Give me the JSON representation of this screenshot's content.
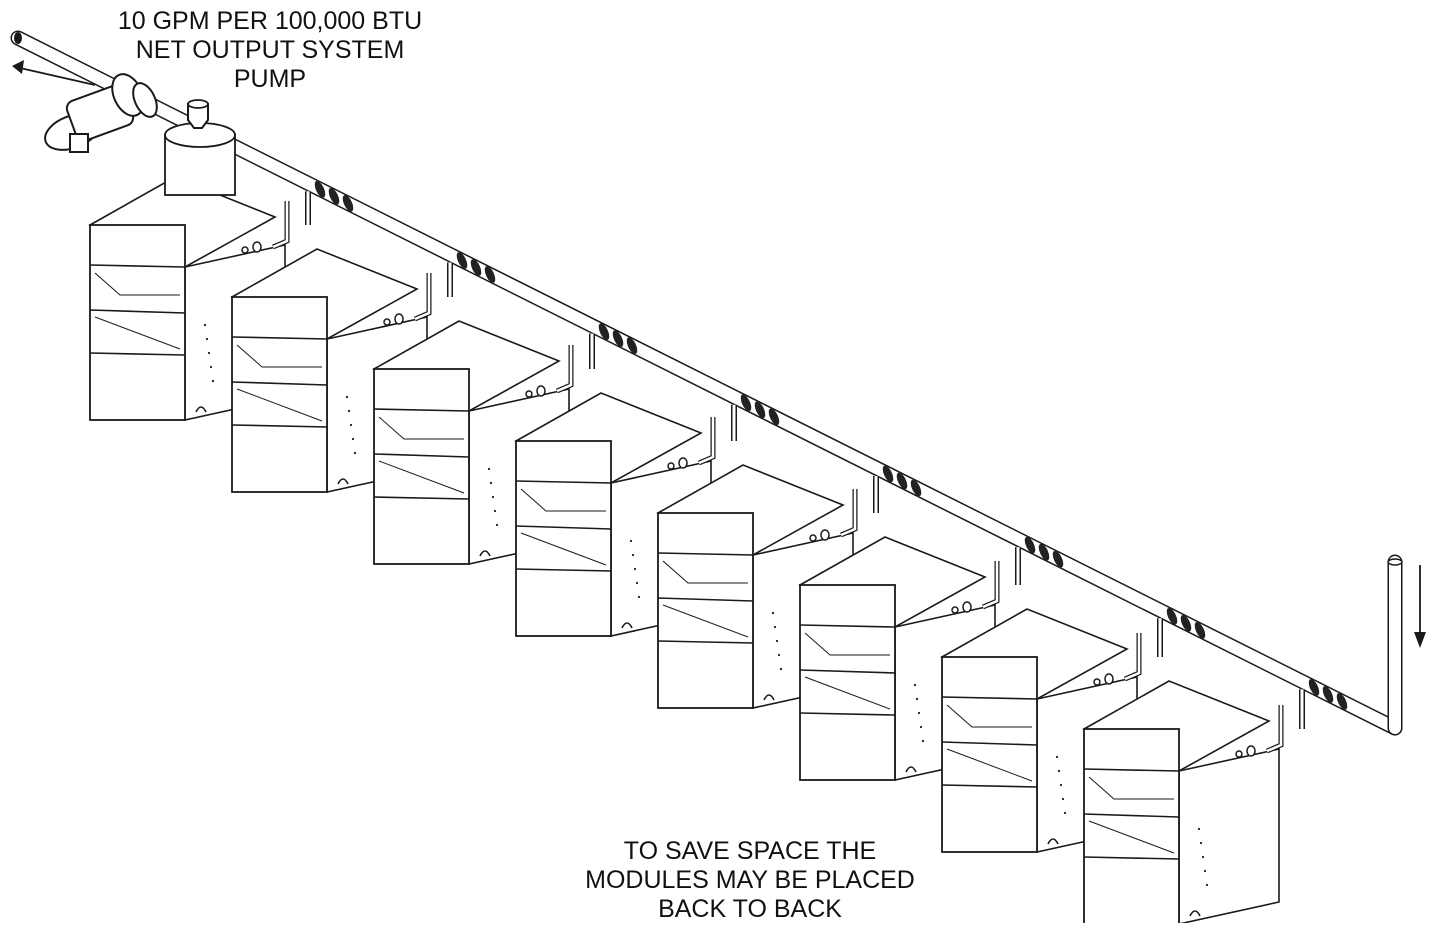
{
  "diagram": {
    "stroke_color": "#1a1a1a",
    "fill_color": "#ffffff",
    "module_count": 8
  },
  "annotations": {
    "pump_note": {
      "lines": [
        "10 GPM PER 100,000 BTU",
        "NET OUTPUT SYSTEM",
        "PUMP"
      ]
    },
    "placement_note": {
      "lines": [
        "TO SAVE SPACE THE",
        "MODULES MAY BE PLACED",
        "BACK TO BACK"
      ]
    }
  }
}
